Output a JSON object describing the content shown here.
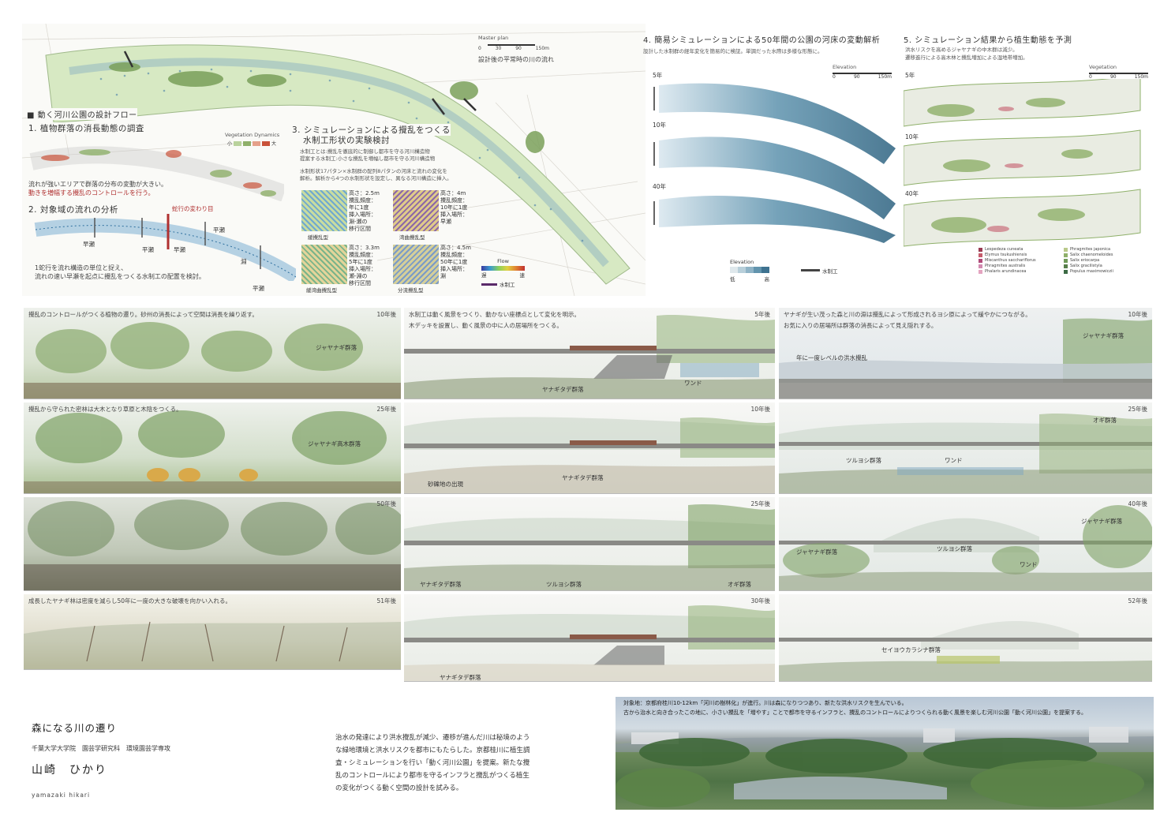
{
  "master": {
    "title": "Master plan",
    "scale": [
      "0",
      "30",
      "90",
      "150m"
    ],
    "caption": "設計後の平常時の川の流れ",
    "flow_heading": "■ 動く河川公園の設計フロー"
  },
  "s1": {
    "title": "1. 植物群落の消長動態の調査",
    "legend_title": "Vegetation Dynamics",
    "legend_small": "小",
    "legend_large": "大",
    "text1": "流れが強いエリアで群落の分布の変動が大きい。",
    "text2": "動きを増幅する攪乱のコントロールを行う。"
  },
  "s2": {
    "title": "2. 対象域の流れの分析",
    "meander": "蛇行の変わり目",
    "labels": [
      "早瀬",
      "平瀬",
      "平瀬",
      "早瀬",
      "淵",
      "平瀬"
    ],
    "text1": "1蛇行を流れ構造の単位と捉え、",
    "text2": "流れの速い早瀬を起点に攪乱をつくる水制工の配置を検討。"
  },
  "s3": {
    "title1": "3. シミュレーションによる攪乱をつくる",
    "title2": "水制工形状の実験検討",
    "text1": "水制工とは:攪乱を徹底的に制御し都市を守る河川構造物",
    "text2": "提案する水制工:小さな攪乱を増幅し都市を守る河川構造物",
    "text3": "水制形状17パタン×水制群の配列8パタンの河床と流れの変化を",
    "text4": "解析。解析から4つの水制形状を設定し、異なる河川構造に挿入。",
    "items": [
      {
        "spec": "高さ：2.5m\n攪乱頻度：\n年に1度\n挿入場所：\n淵-瀬の\n移行区間",
        "name": "緩攪乱型"
      },
      {
        "spec": "高さ：4m\n攪乱頻度：\n10年に1度\n挿入場所：\n早瀬",
        "name": "湾曲攪乱型"
      },
      {
        "spec": "高さ：3.3m\n攪乱頻度：\n5年に1度\n挿入場所：\n瀬-淵の\n移行区間",
        "name": "緩湾曲攪乱型"
      },
      {
        "spec": "高さ：4.5m\n攪乱頻度：\n50年に1度\n挿入場所：\n淵",
        "name": "分流攪乱型"
      }
    ],
    "flow_label": "Flow",
    "flow_slow": "遅",
    "flow_fast": "速",
    "structure": "水制工"
  },
  "s4": {
    "title": "4. 簡易シミュレーションによる50年間の公園の河床の変動解析",
    "text": "設計した水制群の経年変化を簡易的に検証。単調だった水際は多様な形態に。",
    "scale_title": "Elevation",
    "scale": [
      "0",
      "90",
      "150m"
    ],
    "years": [
      "5年",
      "10年",
      "40年"
    ],
    "legend_title": "Elevation",
    "legend_low": "低",
    "legend_high": "高",
    "legend_struct": "水制工"
  },
  "s5": {
    "title": "5. シミュレーション結果から植生動態を予測",
    "text1": "洪水リスクを高めるジャヤナギの中木群は減少。",
    "text2": "遷移進行による高木林と攪乱増加による湿地帯増加。",
    "scale_title": "Vegetation",
    "scale": [
      "0",
      "90",
      "150m"
    ],
    "years": [
      "5年",
      "10年",
      "40年"
    ],
    "legend": [
      {
        "name": "Lespedeza cuneata",
        "color": "#9a3a52"
      },
      {
        "name": "Elymus tsukushiensis",
        "color": "#c55c6c"
      },
      {
        "name": "Miscanthus sacchariflorus",
        "color": "#b04a7a"
      },
      {
        "name": "Phragmites australis",
        "color": "#d28ab0"
      },
      {
        "name": "Phalaris arundinacea",
        "color": "#e4a4c0"
      },
      {
        "name": "Phragmites japonica",
        "color": "#b9c98a"
      },
      {
        "name": "Salix chaenomeloides",
        "color": "#8fb06a"
      },
      {
        "name": "Salix eriocarpa",
        "color": "#6f9a58"
      },
      {
        "name": "Salix gracilistyla",
        "color": "#577e4a"
      },
      {
        "name": "Populus maximowiczii",
        "color": "#3c6a44"
      }
    ]
  },
  "col1": {
    "panels": [
      {
        "text": "攪乱のコントロールがつくる植物の遷り。砂州の消長によって空間は消長を繰り返す。",
        "year": "10年後",
        "label": "ジャヤナギ群落"
      },
      {
        "text": "攪乱から守られた密林は大木となり草原と木陰をつくる。",
        "year": "25年後",
        "label": "ジャヤナギ高木群落"
      },
      {
        "text": "",
        "year": "50年後",
        "label": ""
      },
      {
        "text": "成長したヤナギ林は密度を減らし50年に一度の大きな破壊を向かい入れる。",
        "year": "51年後",
        "label": ""
      }
    ]
  },
  "col2": {
    "text1": "水制工は動く風景をつくり、動かない座標点として変化を明示。",
    "text2": "木デッキを設置し、動く風景の中に人の居場所をつくる。",
    "panels": [
      {
        "year": "5年後",
        "labels": [
          "ヤナギタデ群落",
          "ワンド"
        ]
      },
      {
        "year": "10年後",
        "labels": [
          "砂礫地の出現",
          "ヤナギタデ群落"
        ]
      },
      {
        "year": "25年後",
        "labels": [
          "ヤナギタデ群落",
          "ツルヨシ群落",
          "オギ群落"
        ]
      },
      {
        "year": "30年後",
        "labels": [
          "ヤナギタデ群落"
        ]
      }
    ]
  },
  "col3": {
    "text1": "ヤナギが生い茂った森と川の淵は攪乱によって形成されるヨシ原によって緩やかにつながる。",
    "text2": "お気に入りの居場所は群落の消長によって見え隠れする。",
    "panels": [
      {
        "year": "10年後",
        "labels": [
          "ジャヤナギ群落",
          "年に一度レベルの洪水攪乱"
        ]
      },
      {
        "year": "25年後",
        "labels": [
          "ツルヨシ群落",
          "ワンド",
          "オギ群落"
        ]
      },
      {
        "year": "40年後",
        "labels": [
          "ジャヤナギ群落",
          "ツルヨシ群落",
          "ジャヤナギ群落",
          "ワンド"
        ]
      },
      {
        "year": "52年後",
        "labels": [
          "セイヨウカラシナ群落"
        ]
      }
    ]
  },
  "footer": {
    "title": "森になる川の遷り",
    "affiliation": "千葉大学大学院　園芸学研究科　環境園芸学専攻",
    "name_jp": "山崎　ひかり",
    "name_en": "yamazaki hikari",
    "abstract": "治水の発達により洪水攪乱が減少、遷移が進んだ川は秘境のような緑地環境と洪水リスクを都市にもたらした。京都桂川に植生調査・シミュレーションを行い「動く河川公園」を提案。新たな攪乱のコントロールにより都市を守るインフラと攪乱がつくる植生の変化がつくる動く空間の設計を試みる。",
    "photo_text1": "対象地：京都府桂川10-12km「河川の樹林化」が進行。川は森になりつつあり、新たな洪水リスクを生んでいる。",
    "photo_text2": "古から治水と向き合ったこの地に、小さい攪乱を「増やす」ことで都市を守るインフラと、攪乱のコントロールによりつくられる動く風景を楽しむ河川公園「動く河川公園」を提案する。"
  },
  "colors": {
    "river_blue": "#4f8aa8",
    "veg_green": "#8db36a",
    "accent_red": "#b03030",
    "struct_purple": "#5a2a6a"
  }
}
